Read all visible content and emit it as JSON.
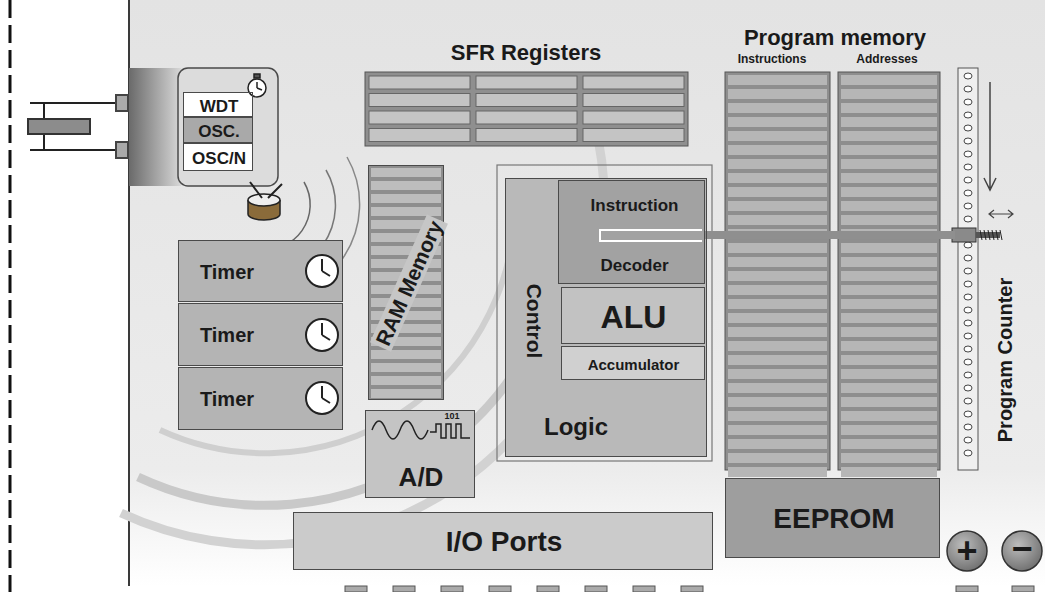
{
  "diagram": {
    "nodes": [
      {
        "text": [
          "WDT"
        ]
      },
      {
        "text": [
          "OSC."
        ]
      },
      {
        "text": [
          "OSC/N"
        ]
      },
      {
        "text": [
          "SFR Registers"
        ]
      },
      {
        "text": [
          "RAM Memory"
        ]
      },
      {
        "text": [
          "Timer"
        ]
      },
      {
        "text": [
          "Timer"
        ]
      },
      {
        "text": [
          "Timer"
        ]
      },
      {
        "text": [
          "A/D"
        ]
      },
      {
        "text": [
          "Control",
          "Logic"
        ]
      },
      {
        "text": [
          "Instruction",
          "Decoder"
        ],
        "in": 9
      },
      {
        "text": [
          "ALU"
        ],
        "in": 9
      },
      {
        "text": [
          "Accumulator"
        ],
        "in": 9
      },
      {
        "text": [
          "Program memory",
          "Instructions",
          "Addresses"
        ]
      },
      {
        "text": [
          "Program Counter"
        ]
      },
      {
        "text": [
          "I/O Ports"
        ]
      },
      {
        "text": [
          "EEPROM"
        ]
      }
    ],
    "edges": [
      {
        "from": 14,
        "to": 10,
        "arrow": "none"
      }
    ],
    "labels": [
      "101",
      "+",
      "−"
    ]
  }
}
